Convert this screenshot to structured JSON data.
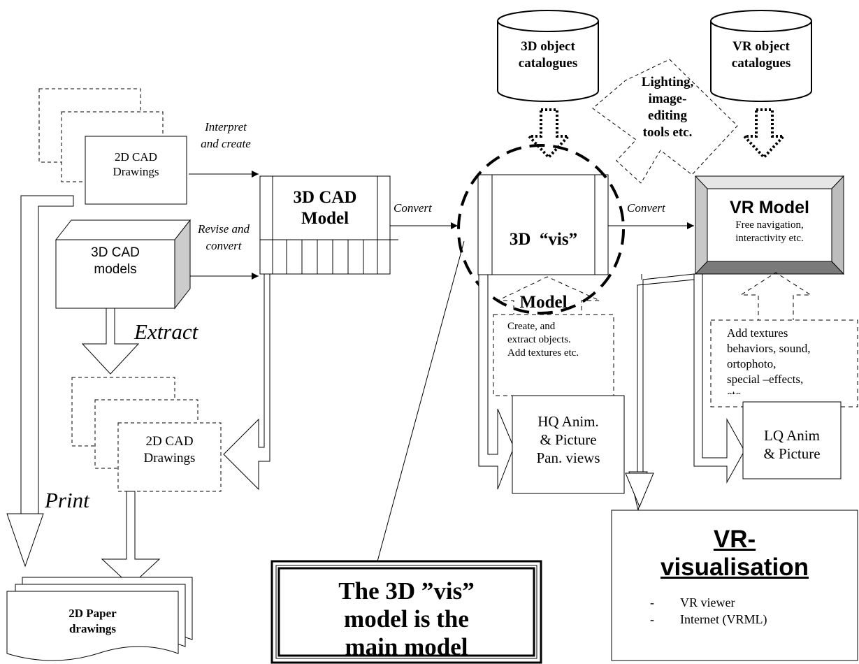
{
  "catalogs": {
    "obj3d": [
      "3D object",
      "catalogues"
    ],
    "vr": [
      "VR object",
      "catalogues"
    ]
  },
  "drawings2d_top": [
    "2D CAD",
    "Drawings"
  ],
  "drawings2d_mid": [
    "2D CAD",
    "Drawings"
  ],
  "cad_models": [
    "3D CAD",
    "models"
  ],
  "cad_model": [
    "3D CAD",
    "Model"
  ],
  "vis_model": [
    "3D  “vis”",
    "Model"
  ],
  "vr_model": {
    "title": "VR Model",
    "sub": [
      "Free navigation,",
      "interactivity etc."
    ]
  },
  "labels": {
    "interpret": [
      "Interpret",
      "and create"
    ],
    "revise": [
      "Revise and",
      "convert"
    ],
    "convert1": "Convert",
    "convert2": "Convert",
    "extract": "Extract",
    "print": "Print",
    "lighting": [
      "Lighting,",
      "image-",
      "editing",
      "tools etc."
    ]
  },
  "notes": {
    "create": [
      "Create, and",
      "extract objects.",
      "Add textures etc."
    ],
    "add_textures": [
      "Add textures",
      "behaviors, sound,",
      "ortophoto,",
      "special –effects,",
      "etc."
    ]
  },
  "outputs": {
    "hq": [
      "HQ Anim.",
      "& Picture",
      "Pan. views"
    ],
    "lq": [
      "LQ Anim",
      "& Picture"
    ]
  },
  "paper": [
    "2D Paper",
    "drawings"
  ],
  "main_note": [
    "The 3D ”vis”",
    "model is the",
    "main model"
  ],
  "vr_vis": {
    "title": [
      "VR-",
      "visualisation"
    ],
    "items": [
      "VR viewer",
      "Internet (VRML)"
    ],
    "bullet": "-"
  }
}
